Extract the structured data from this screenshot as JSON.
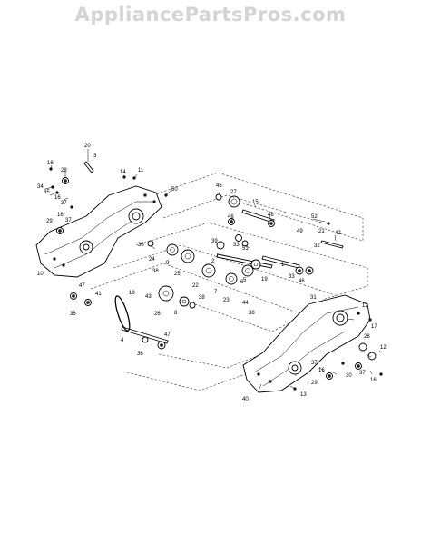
{
  "watermark": "AppliancePartsPros.com",
  "callouts": [
    "20",
    "3",
    "16",
    "28",
    "11",
    "14",
    "34",
    "35",
    "16",
    "37",
    "16",
    "37",
    "29",
    "10",
    "50",
    "45",
    "27",
    "15",
    "48",
    "36",
    "24",
    "9",
    "39",
    "46",
    "51",
    "33",
    "1",
    "52",
    "49",
    "21",
    "32",
    "42",
    "25",
    "2",
    "38",
    "22",
    "7",
    "5",
    "19",
    "6",
    "33",
    "46",
    "47",
    "41",
    "36",
    "18",
    "43",
    "26",
    "8",
    "23",
    "38",
    "44",
    "38",
    "4",
    "47",
    "36",
    "31",
    "12",
    "17",
    "28",
    "12",
    "37",
    "16",
    "29",
    "37",
    "16",
    "30",
    "40",
    "13"
  ]
}
